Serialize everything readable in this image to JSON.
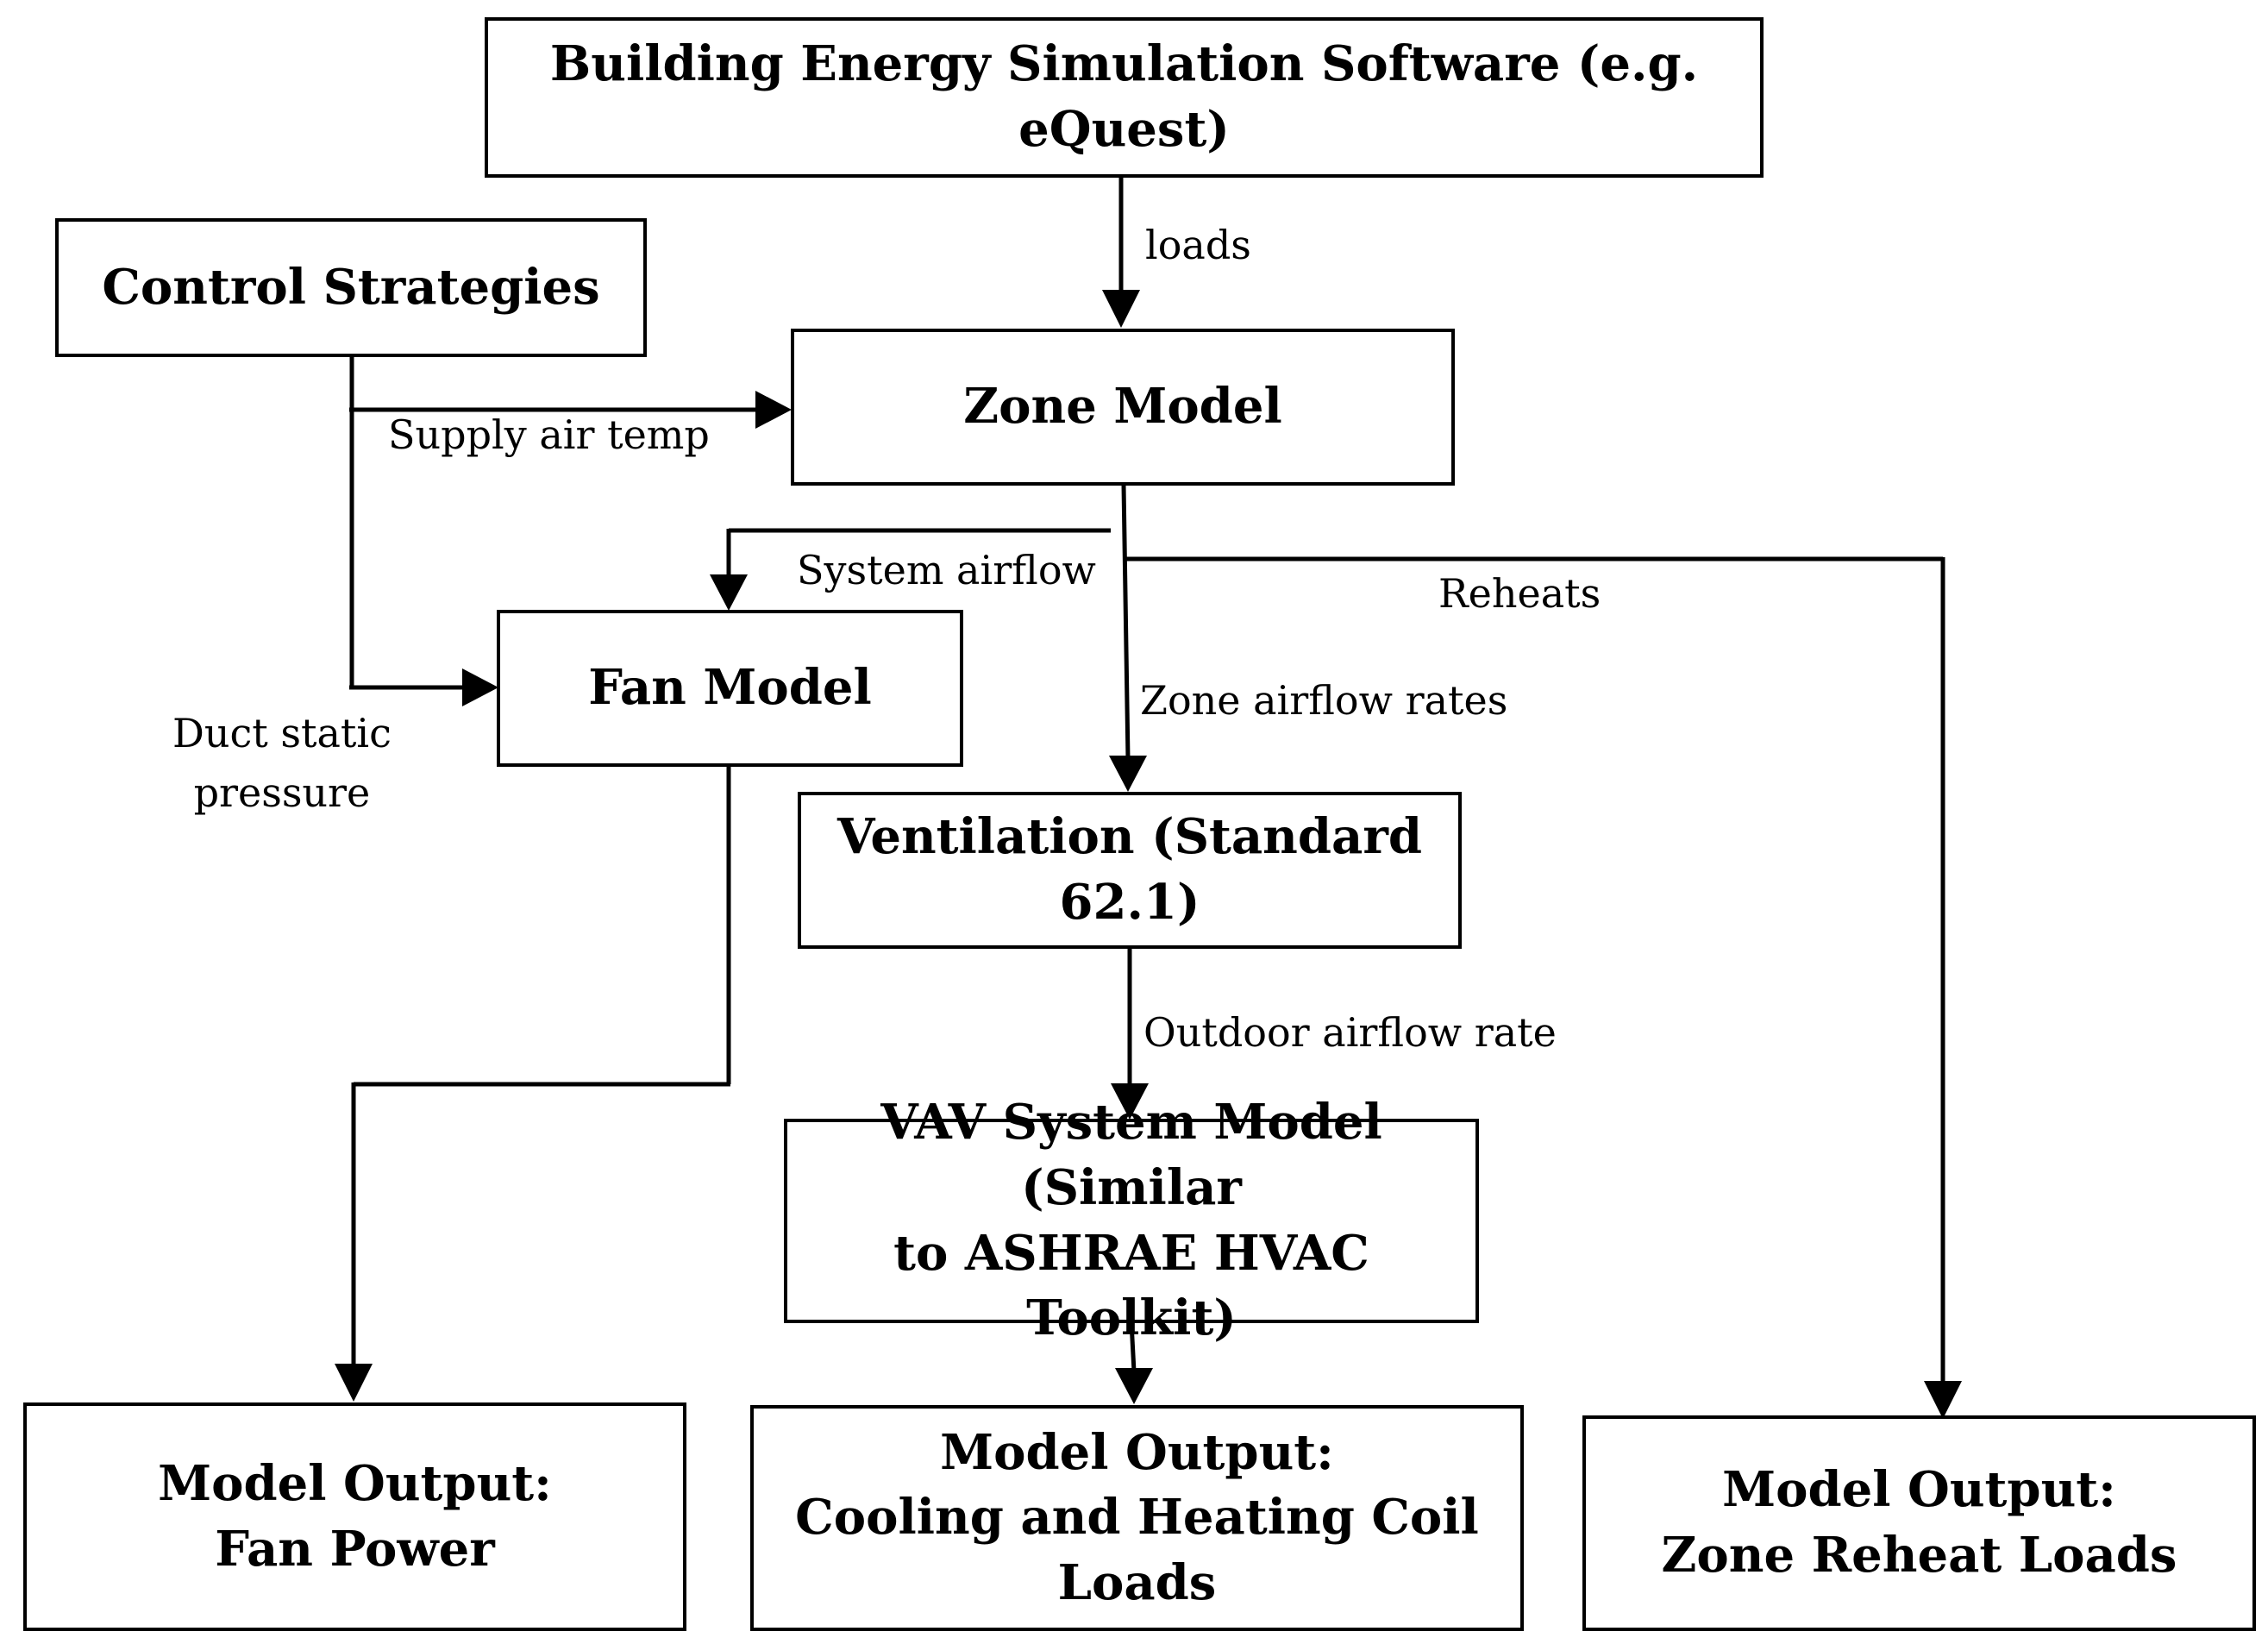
{
  "boxes": {
    "software": "Building Energy Simulation Software (e.g. eQuest)",
    "control": "Control Strategies",
    "zone": "Zone Model",
    "fan": "Fan Model",
    "ventilation": "Ventilation (Standard 62.1)",
    "vav_line1": "VAV System Model (Similar",
    "vav_line2": "to ASHRAE HVAC Toolkit)",
    "out_fan_line1": "Model Output:",
    "out_fan_line2": "Fan Power",
    "out_coil_line1": "Model Output:",
    "out_coil_line2": "Cooling and Heating Coil Loads",
    "out_reheat_line1": "Model Output:",
    "out_reheat_line2": "Zone Reheat Loads"
  },
  "edges": {
    "loads": "loads",
    "supply_air_temp": "Supply air temp",
    "system_airflow": "System airflow",
    "reheats": "Reheats",
    "zone_airflow_rates": "Zone airflow rates",
    "duct_static_line1": "Duct static",
    "duct_static_line2": "pressure",
    "outdoor_airflow_rate": "Outdoor airflow rate"
  }
}
